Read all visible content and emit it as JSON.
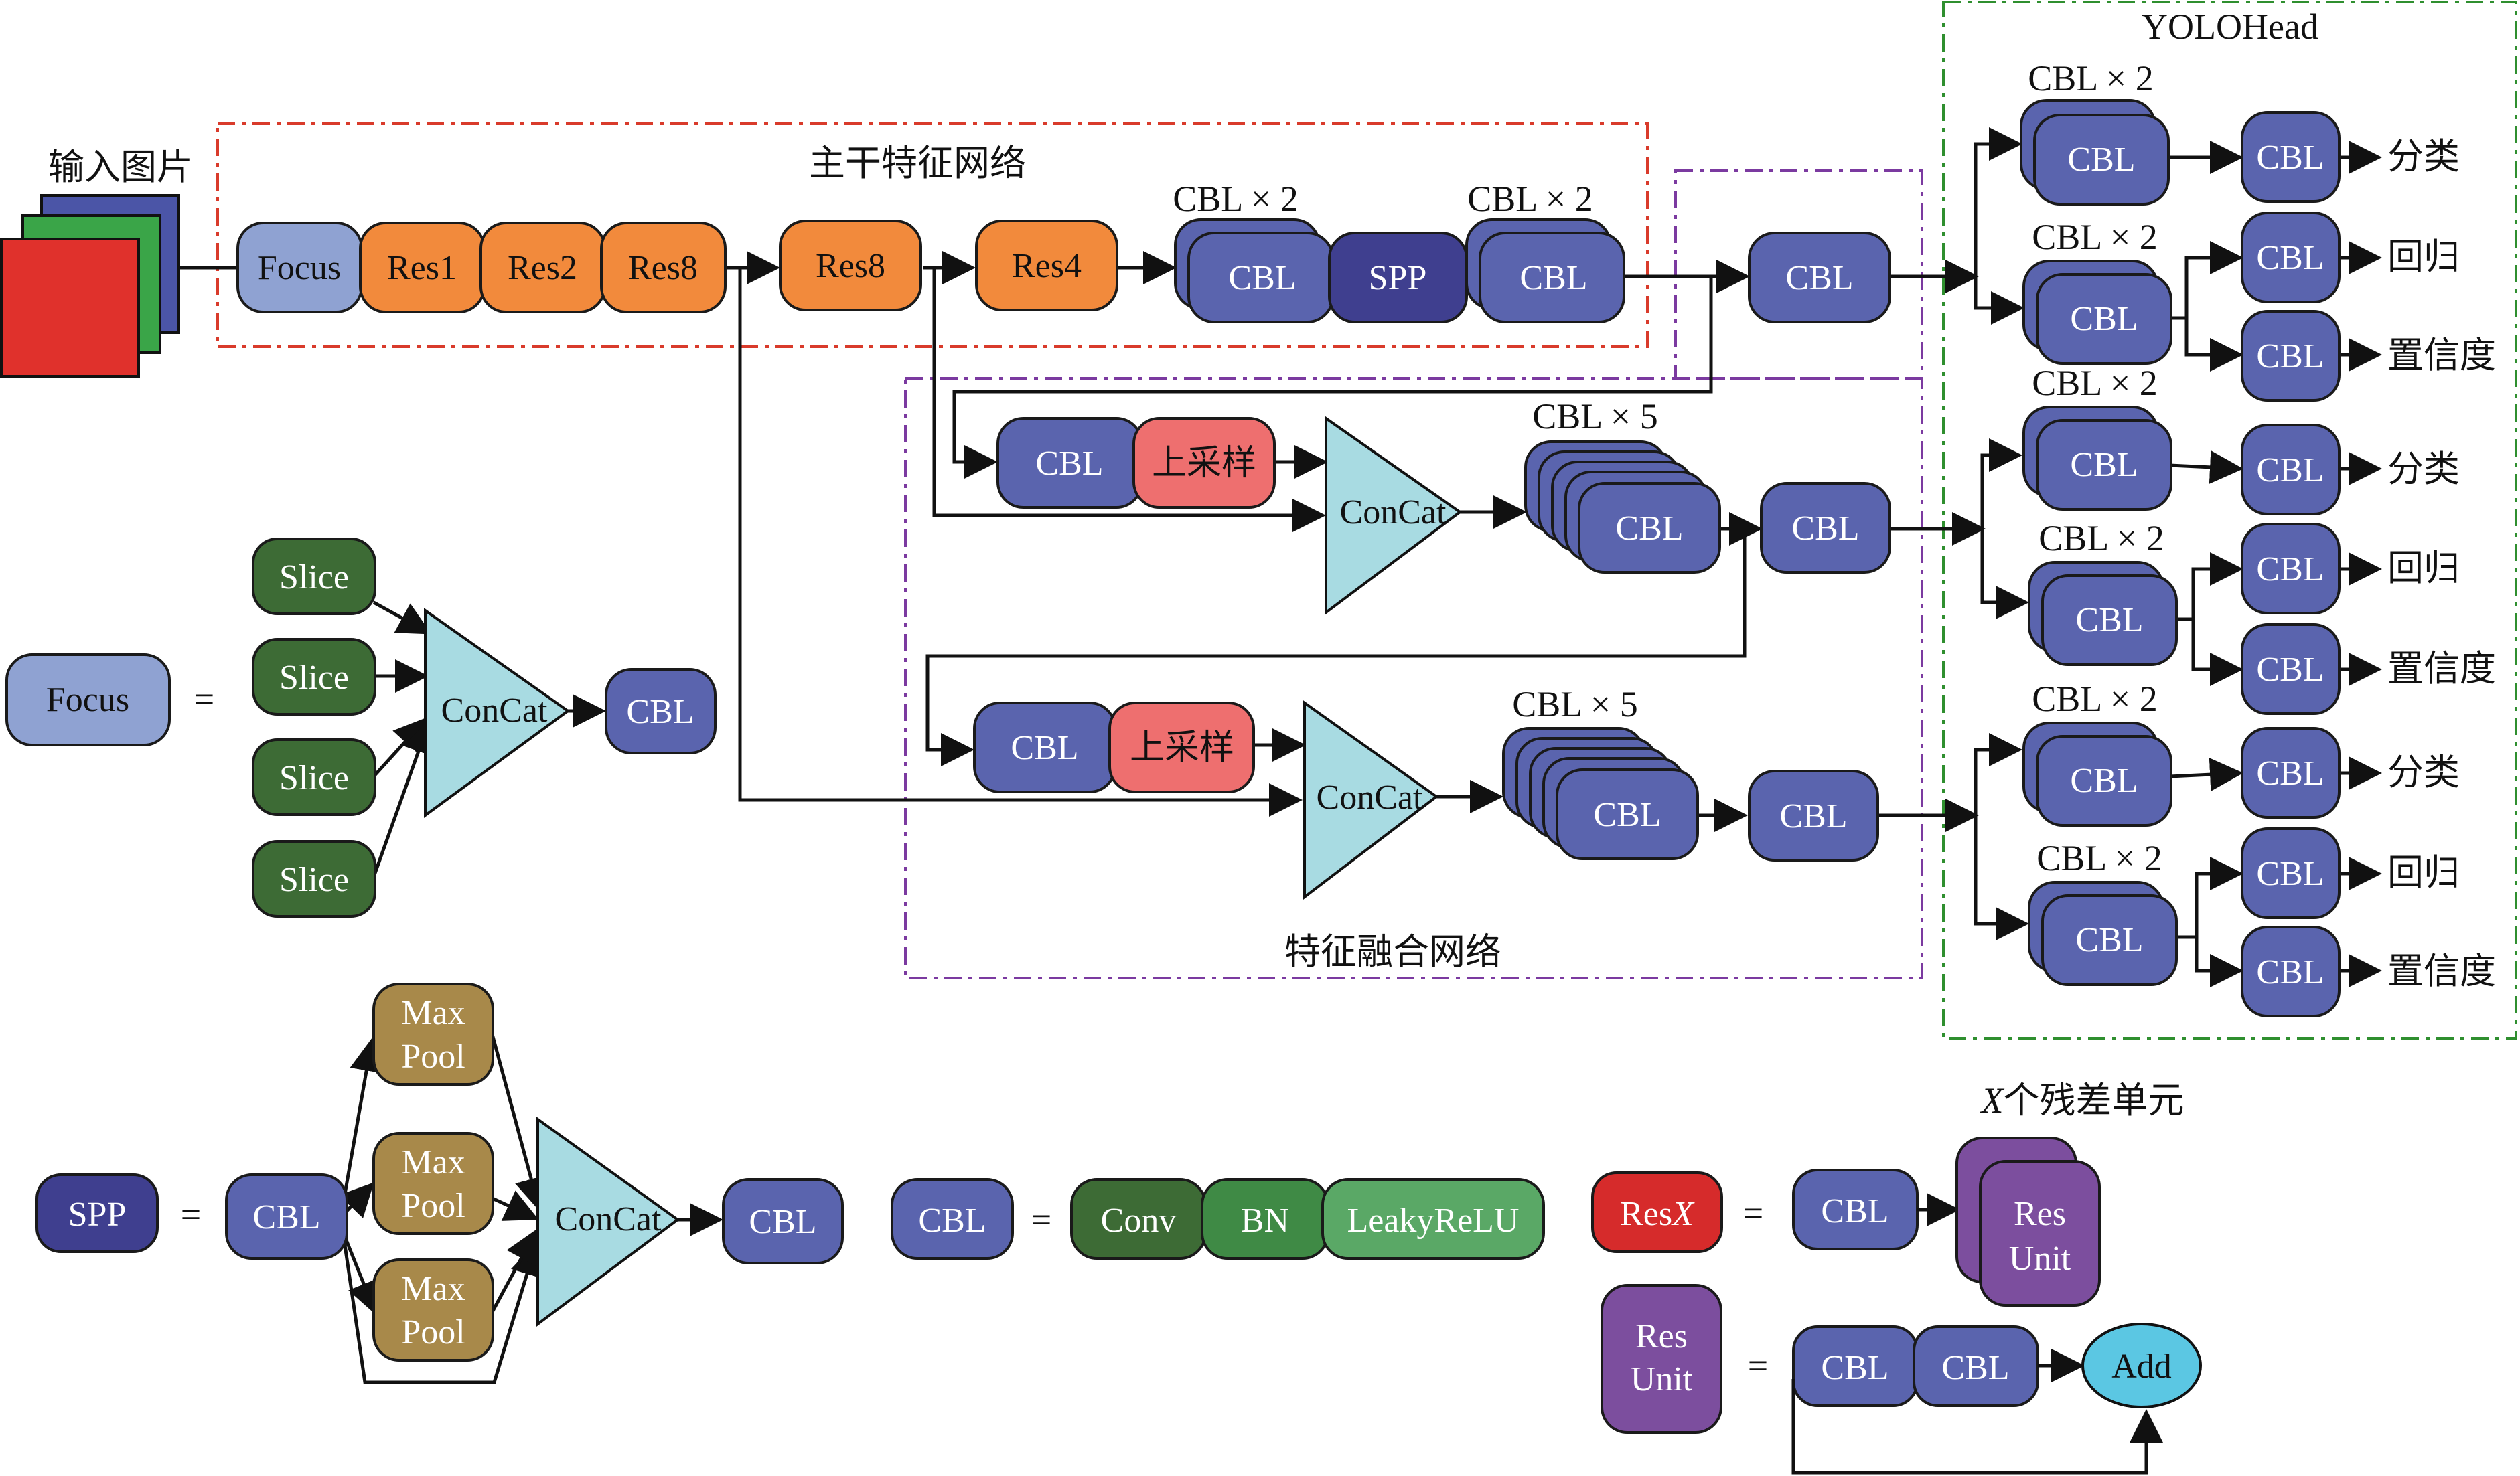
{
  "colors": {
    "focus": "#8fa2d2",
    "res": "#f28a3c",
    "cbl": "#5a64ae",
    "cbl_dark": "#3f3f8f",
    "upsample": "#ee6f6f",
    "concat": "#a8dbe2",
    "slice": "#3d6b35",
    "maxpool": "#a8894a",
    "conv": "#3d6b35",
    "bn": "#3f8a45",
    "leaky": "#5aa866",
    "resx": "#d62b2b",
    "resunit": "#7c4e9e",
    "add": "#5bc7e3",
    "input_red": "#e0312c",
    "input_green": "#3aa548",
    "input_blue": "#4b55a7",
    "backbone_border": "#d93b2b",
    "neck_border": "#7b3aa0",
    "head_border": "#2f8f2f"
  },
  "labels": {
    "input": "输入图片",
    "backbone": "主干特征网络",
    "neck": "特征融合网络",
    "head": "YOLOHead",
    "focus": "Focus",
    "res1": "Res1",
    "res2": "Res2",
    "res8": "Res8",
    "res4": "Res4",
    "cbl": "CBL",
    "spp": "SPP",
    "cbl_x2": "CBL × 2",
    "cbl_x5": "CBL × 5",
    "upsample": "上采样",
    "concat": "ConCat",
    "classify": "分类",
    "regress": "回归",
    "confidence": "置信度",
    "slice": "Slice",
    "equals": "=",
    "max": "Max",
    "pool": "Pool",
    "conv": "Conv",
    "bn": "BN",
    "leaky": "LeakyReLU",
    "resx_prefix": "Res",
    "resx_var": "X",
    "x_title_var": "X",
    "x_title_rest": "个残差单元",
    "res_unit_1": "Res",
    "res_unit_2": "Unit",
    "add": "Add"
  }
}
